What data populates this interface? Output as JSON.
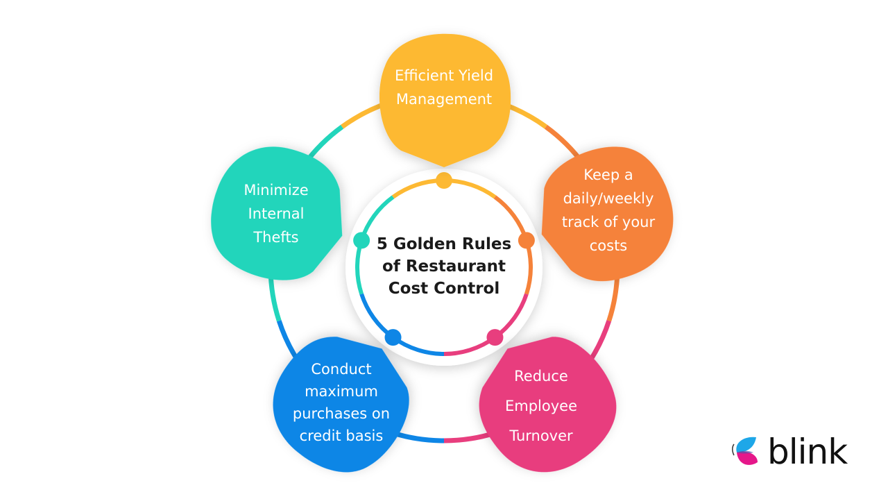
{
  "title": "5 Golden Rules of Restaurant Cost Control",
  "title_lines": [
    "5 Golden Rules",
    "of Restaurant",
    "Cost Control"
  ],
  "rules": [
    {
      "id": "yield",
      "lines": [
        "Efficient Yield",
        "Management"
      ],
      "color": "#FDB933"
    },
    {
      "id": "track",
      "lines": [
        "Keep a",
        "daily/weekly",
        "track of your",
        "costs"
      ],
      "color": "#F5823A"
    },
    {
      "id": "turnover",
      "lines": [
        "Reduce",
        "Employee",
        "Turnover"
      ],
      "color": "#E83E7E"
    },
    {
      "id": "credit",
      "lines": [
        "Conduct",
        "maximum",
        "purchases on",
        "credit basis"
      ],
      "color": "#0E86E6"
    },
    {
      "id": "thefts",
      "lines": [
        "Minimize",
        "Internal",
        "Thefts"
      ],
      "color": "#22D5BB"
    }
  ],
  "logo": {
    "text": "blink",
    "colors": [
      "#1EA7E8",
      "#E5178A"
    ]
  }
}
